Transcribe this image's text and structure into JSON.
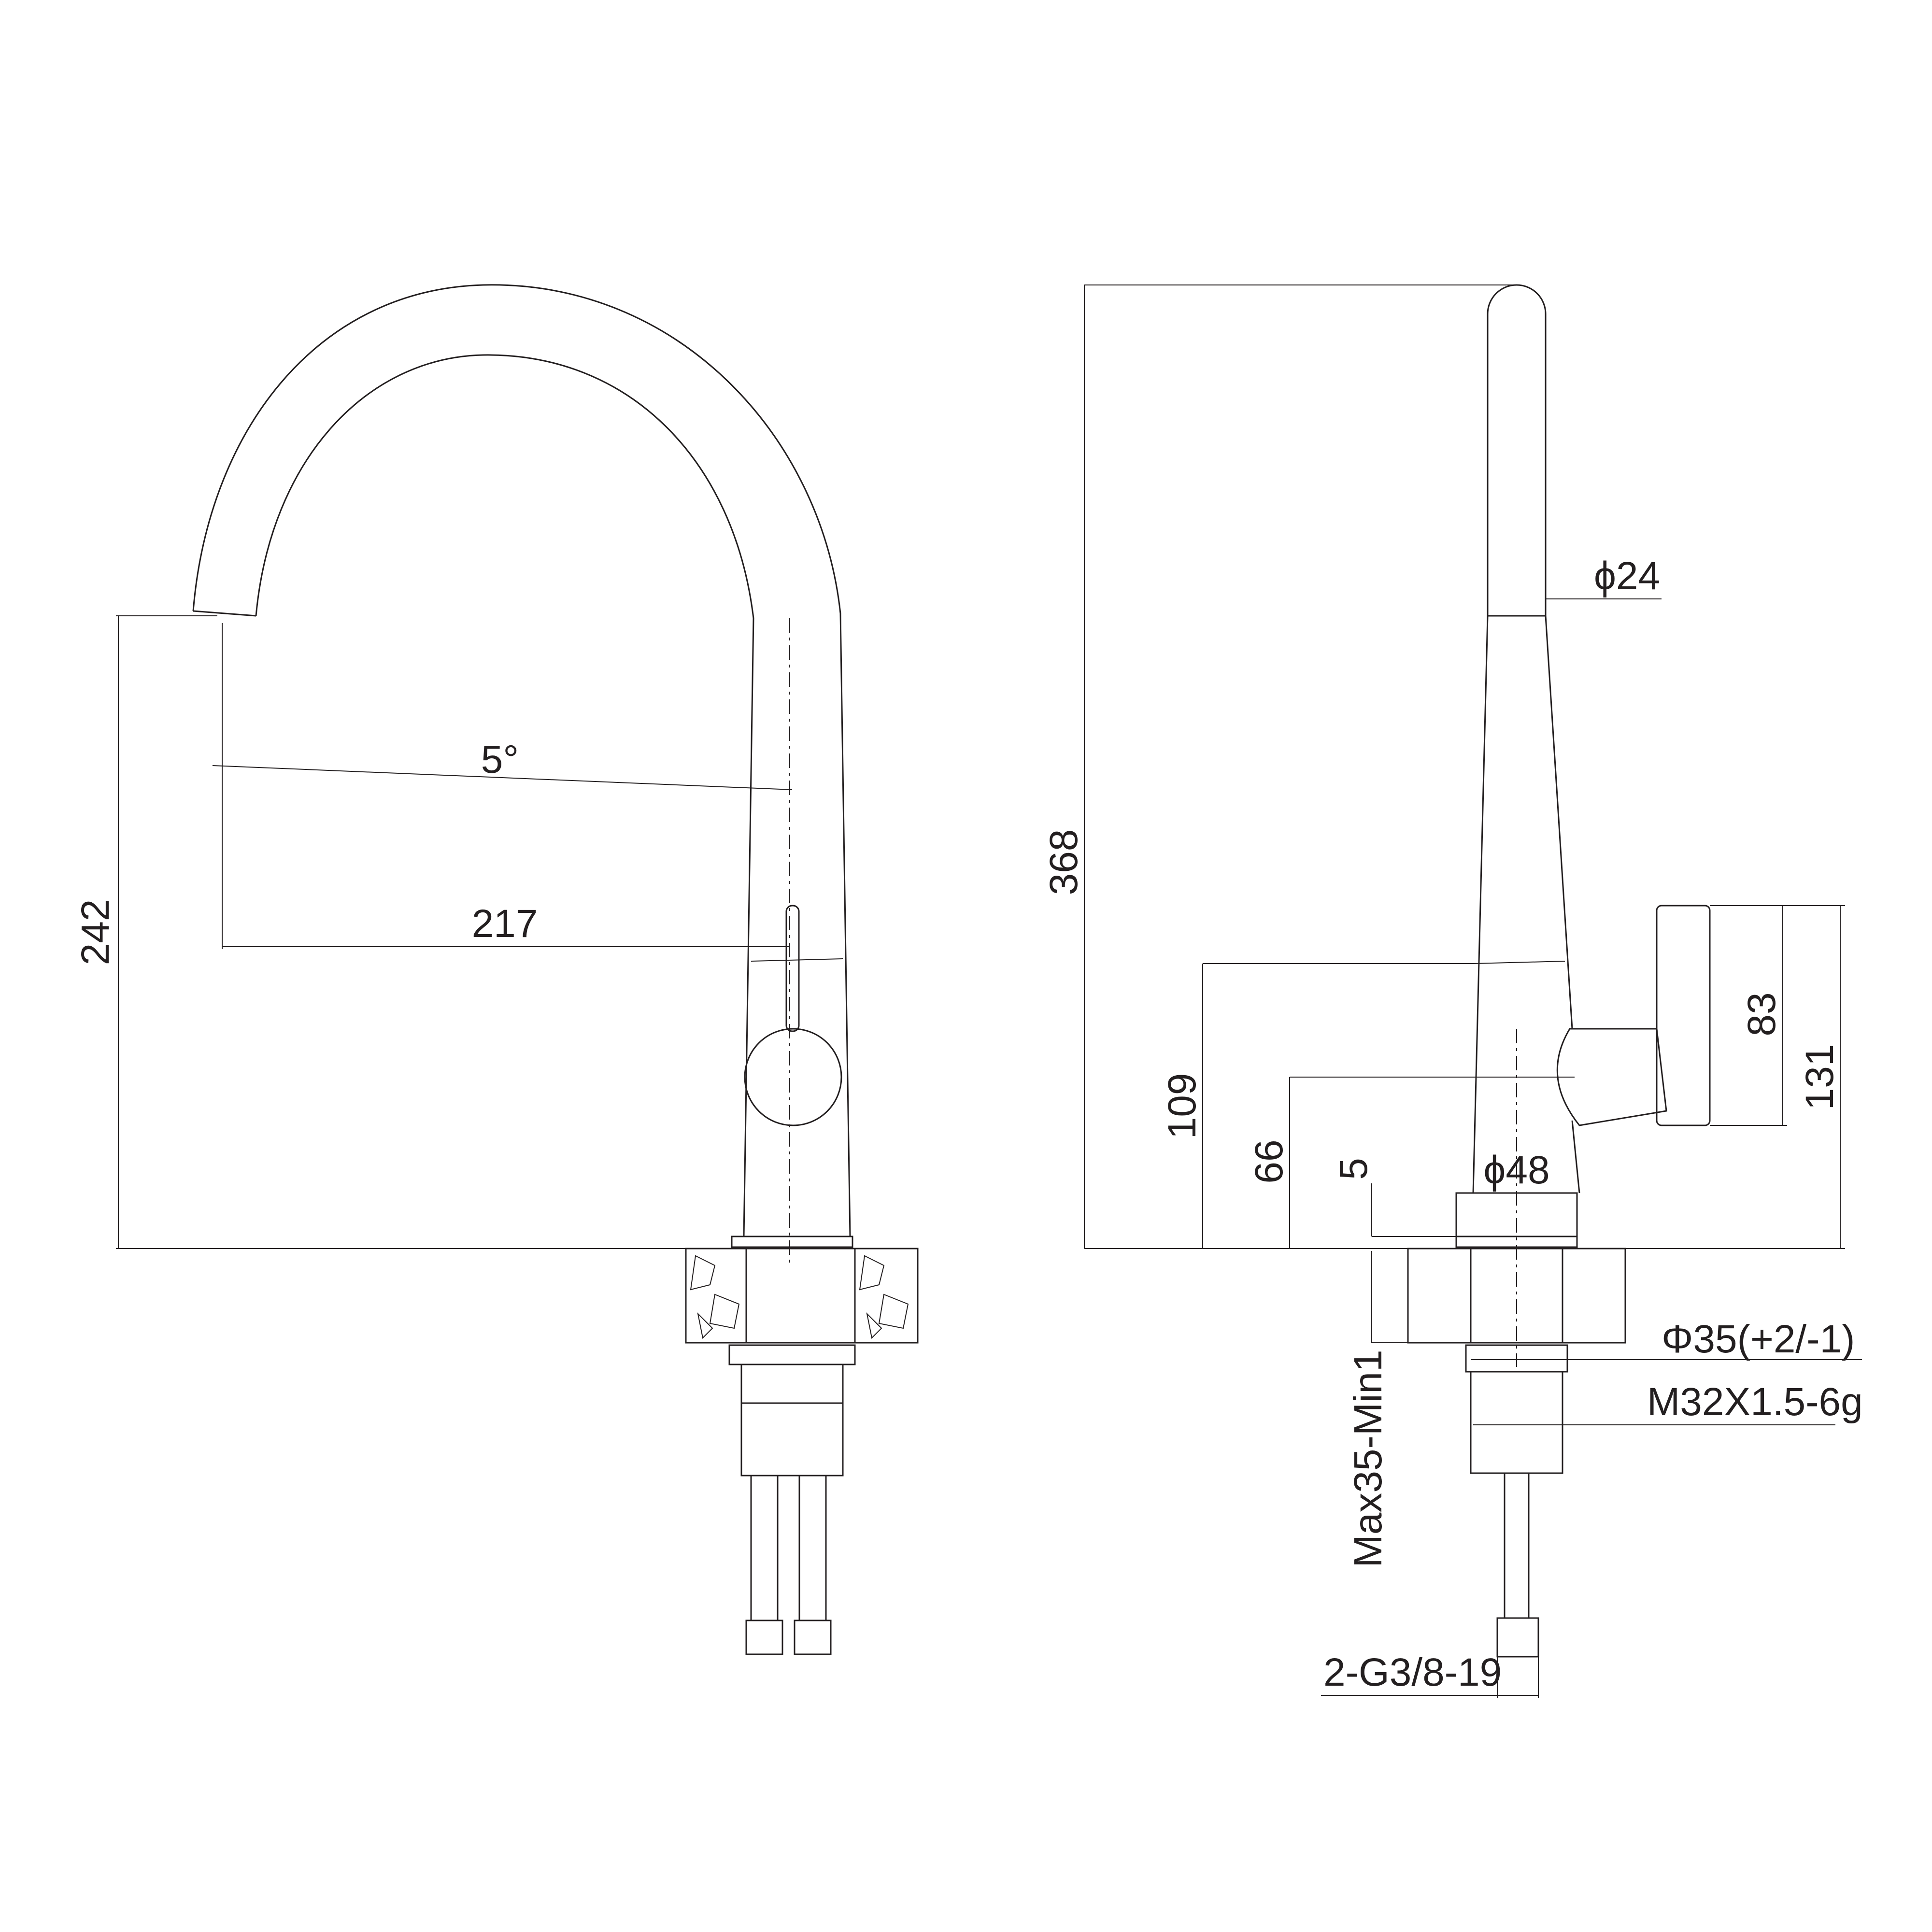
{
  "diagram": {
    "title": "Kitchen faucet dimension drawing",
    "units": "mm",
    "front_view": {
      "dimensions": {
        "height_to_spout": "242",
        "reach": "217",
        "angle": "5°"
      }
    },
    "side_view": {
      "dimensions": {
        "total_height": "368",
        "spout_diameter": "ϕ24",
        "handle_height": "83",
        "handle_top_height": "131",
        "body_join_height": "109",
        "handle_axis_height": "66",
        "base_ring_height": "5",
        "base_diameter": "ϕ48",
        "mount_hole": "Φ35(+2/-1)",
        "thread": "M32X1.5-6g",
        "deck_thickness": "Max35-Min1",
        "hose_connection": "2-G3/8-19"
      }
    }
  }
}
